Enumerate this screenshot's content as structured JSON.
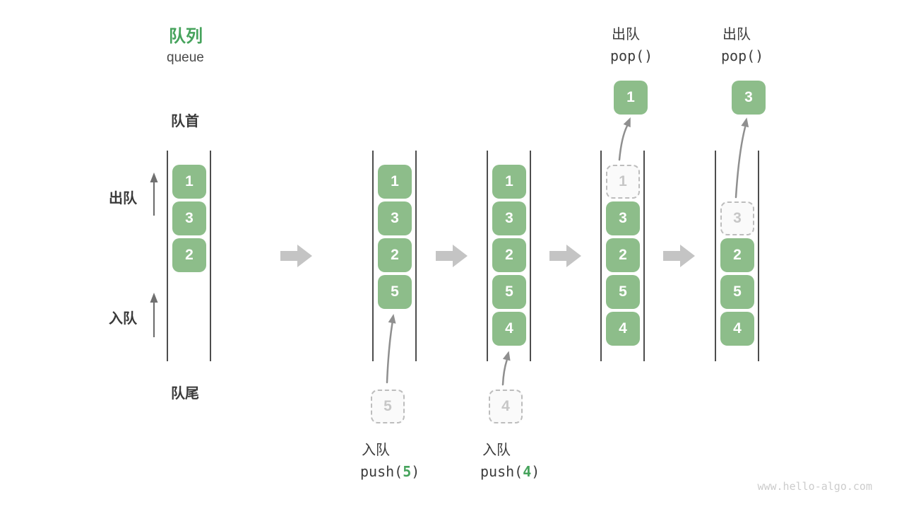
{
  "header": {
    "title_zh": "队列",
    "title_en": "queue"
  },
  "side_labels": {
    "front": "队首",
    "rear": "队尾",
    "dequeue": "出队",
    "enqueue": "入队"
  },
  "states": {
    "s1": {
      "cells": [
        "1",
        "3",
        "2"
      ]
    },
    "s2": {
      "cells": [
        "1",
        "3",
        "2",
        "5"
      ],
      "staged": "5",
      "op": {
        "name": "入队",
        "fn_pre": "push(",
        "arg": "5",
        "fn_post": ")"
      }
    },
    "s3": {
      "cells": [
        "1",
        "3",
        "2",
        "5",
        "4"
      ],
      "staged": "4",
      "op": {
        "name": "入队",
        "fn_pre": "push(",
        "arg": "4",
        "fn_post": ")"
      }
    },
    "s4": {
      "ghost": "1",
      "cells": [
        "3",
        "2",
        "5",
        "4"
      ],
      "popped": "1",
      "op": {
        "name": "出队",
        "fn": "pop()"
      }
    },
    "s5": {
      "ghost": "3",
      "cells": [
        "2",
        "5",
        "4"
      ],
      "popped": "3",
      "op": {
        "name": "出队",
        "fn": "pop()"
      }
    }
  },
  "watermark": "www.hello-algo.com",
  "colors": {
    "box_green": "#8dbd8a",
    "accent_green": "#46a35c",
    "ghost_border": "#bdbdbd",
    "ghost_text": "#c7c7c7",
    "rail_gray": "#4d4d4d",
    "flow_arrow_gray": "#c4c4c4",
    "text_dark": "#3c3c3c"
  }
}
